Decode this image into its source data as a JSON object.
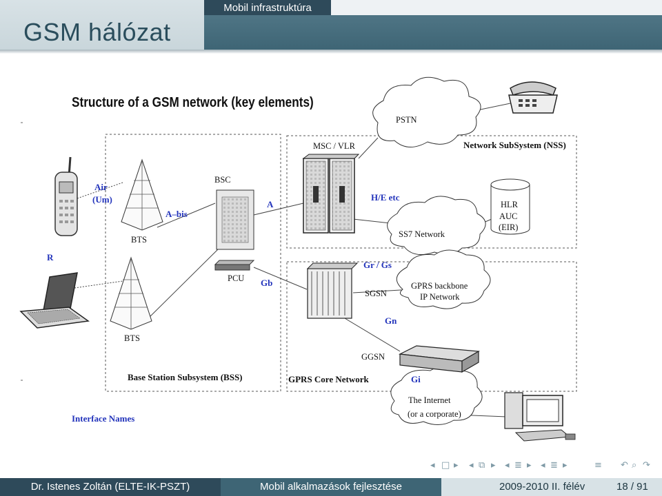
{
  "header": {
    "section": "Mobil infrastruktúra",
    "title": "GSM hálózat"
  },
  "diagram": {
    "title": "Structure of a GSM network (key elements)",
    "labels": {
      "pstn": "PSTN",
      "msc_vlr": "MSC / VLR",
      "nss": "Network SubSystem (NSS)",
      "air": "Air",
      "um": "(Um)",
      "bsc": "BSC",
      "he": "H/E etc",
      "hlr": "HLR",
      "auc": "AUC",
      "eir": "(EIR)",
      "abis": "A–bis",
      "a": "A",
      "bts1": "BTS",
      "ss7": "SS7 Network",
      "r": "R",
      "pcu": "PCU",
      "gb": "Gb",
      "grgs": "Gr / Gs",
      "sgsn": "SGSN",
      "gprs_backbone": "GPRS backbone",
      "ip_network": "IP Network",
      "gn": "Gn",
      "bts2": "BTS",
      "ggsn": "GGSN",
      "bss": "Base Station Subsystem (BSS)",
      "gprs_core": "GPRS Core Network",
      "gi": "Gi",
      "internet1": "The Internet",
      "internet2": "(or a corporate)",
      "interface_names": "Interface Names"
    }
  },
  "footer": {
    "author": "Dr. Istenes Zoltán  (ELTE-IK-PSZT)",
    "course": "Mobil alkalmazások fejlesztése",
    "date": "2009-2010 II. félév",
    "page": "18 / 91"
  },
  "colors": {
    "header_dark": "#2e4a5a",
    "header_mid": "#3e6575",
    "header_light": "#d8e2e6",
    "interface_label": "#2233bb"
  }
}
